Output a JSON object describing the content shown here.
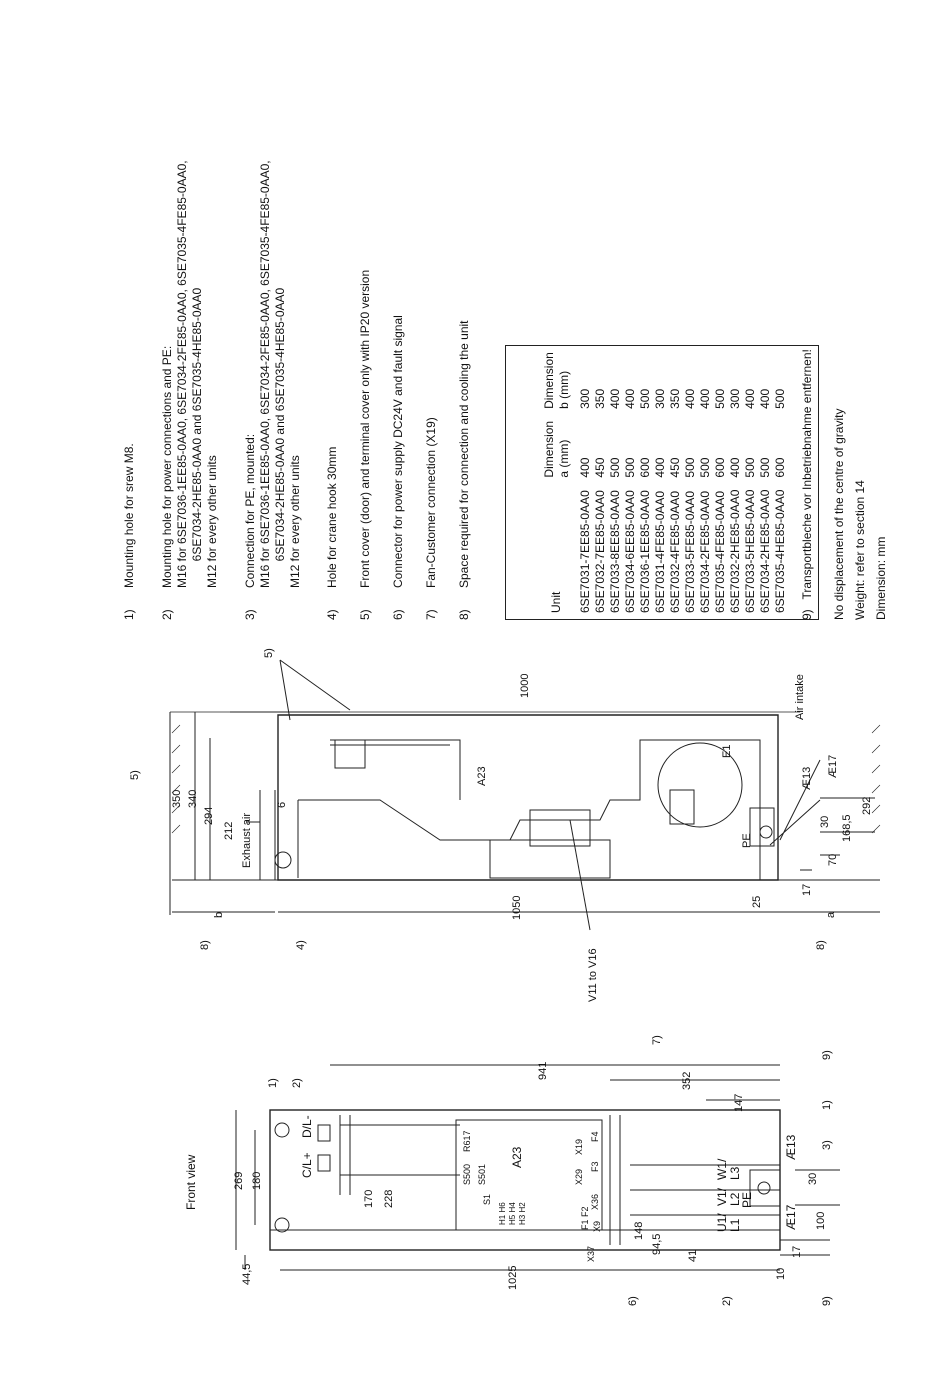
{
  "notes": [
    {
      "num": "1)",
      "lines": [
        "Mounting hole for srew M8."
      ]
    },
    {
      "num": "2)",
      "lines": [
        "Mounting hole for power connections and PE:",
        "M16 for 6SE7036-1EE85-0AA0, 6SE7034-2FE85-0AA0, 6SE7035-4FE85-0AA0,",
        "        6SE7034-2HE85-0AA0 and 6SE7035-4HE85-0AA0",
        "M12 for every other units"
      ]
    },
    {
      "num": "3)",
      "lines": [
        "Connection for PE, mounted:",
        "M16 for 6SE7036-1EE85-0AA0, 6SE7034-2FE85-0AA0, 6SE7035-4FE85-0AA0,",
        "        6SE7034-2HE85-0AA0 and 6SE7035-4HE85-0AA0",
        "M12 for every other units"
      ]
    },
    {
      "num": "4)",
      "lines": [
        "Hole for crane hook 30mm"
      ]
    },
    {
      "num": "5)",
      "lines": [
        "Front cover (door) and terminal cover only with IP20 version"
      ]
    },
    {
      "num": "6)",
      "lines": [
        "Connector for power supply DC24V and fault signal"
      ]
    },
    {
      "num": "7)",
      "lines": [
        "Fan-Customer connection (X19)"
      ]
    },
    {
      "num": "8)",
      "lines": [
        "Space required for connection and cooling the unit"
      ]
    }
  ],
  "table": {
    "headers": {
      "unit": "Unit",
      "a": "Dimension\na (mm)",
      "b": "Dimension\nb (mm)"
    },
    "rows": [
      [
        "6SE7031-7EE85-0AA0",
        "400",
        "300"
      ],
      [
        "6SE7032-7EE85-0AA0",
        "450",
        "350"
      ],
      [
        "6SE7033-8EE85-0AA0",
        "500",
        "400"
      ],
      [
        "6SE7034-6EE85-0AA0",
        "500",
        "400"
      ],
      [
        "6SE7036-1EE85-0AA0",
        "600",
        "500"
      ],
      [
        "6SE7031-4FE85-0AA0",
        "400",
        "300"
      ],
      [
        "6SE7032-4FE85-0AA0",
        "450",
        "350"
      ],
      [
        "6SE7033-5FE85-0AA0",
        "500",
        "400"
      ],
      [
        "6SE7034-2FE85-0AA0",
        "500",
        "400"
      ],
      [
        "6SE7035-4FE85-0AA0",
        "600",
        "500"
      ],
      [
        "6SE7032-2HE85-0AA0",
        "400",
        "300"
      ],
      [
        "6SE7033-5HE85-0AA0",
        "500",
        "400"
      ],
      [
        "6SE7034-2HE85-0AA0",
        "500",
        "400"
      ],
      [
        "6SE7035-4HE85-0AA0",
        "600",
        "500"
      ]
    ]
  },
  "footer_notes": {
    "n9": "9)   Transportbleche vor Inbetriebnahme entfernen!",
    "gravity": "No displacement of the centre of gravity",
    "weight": "Weight: refer to section 14",
    "dimension": "Dimension: mm"
  },
  "side_view": {
    "dims": [
      "350",
      "340",
      "294",
      "212",
      "6",
      "1000",
      "1050",
      "b",
      "a",
      "292",
      "168,5",
      "70",
      "30",
      "25",
      "17"
    ],
    "labels": {
      "exhaust": "Exhaust air",
      "intake": "Air intake",
      "a23": "A23",
      "e1": "E1",
      "pe": "PE",
      "ae13": "Æ13",
      "ae17": "Æ17",
      "v11": "V11 to V16",
      "n5a": "5)",
      "n5b": "5)",
      "n8a": "8)",
      "n8b": "8)",
      "n4": "4)"
    }
  },
  "front_view": {
    "title": "Front view",
    "dims": [
      "269",
      "180",
      "44,5",
      "1025",
      "941",
      "352",
      "147",
      "170",
      "228",
      "148",
      "94,5",
      "41",
      "30",
      "100",
      "17",
      "10"
    ],
    "labels": {
      "cl": "C/L+",
      "dl": "D/L-",
      "a23": "A23",
      "u1": "U1/\nL1",
      "v1": "V1/\nL2",
      "w1": "W1/\nL3",
      "pe": "PE",
      "ae13": "Æ13",
      "ae17": "Æ17",
      "x37": "X37",
      "x9": "X9",
      "x36": "X36",
      "x29": "X29",
      "x19": "X19",
      "f1f2": "F1 F2",
      "f3": "F3",
      "f4": "F4",
      "s1": "S1",
      "s500": "S500\nS501",
      "r17": "R617",
      "h": "H1 H6\nH5 H4\nH3 H2"
    },
    "refs": {
      "n1": "1)",
      "n2": "2)",
      "n1b": "1)",
      "n9": "9)",
      "n3": "3)",
      "n9b": "9)",
      "n6": "6)",
      "n2b": "2)",
      "n7": "7)"
    }
  }
}
